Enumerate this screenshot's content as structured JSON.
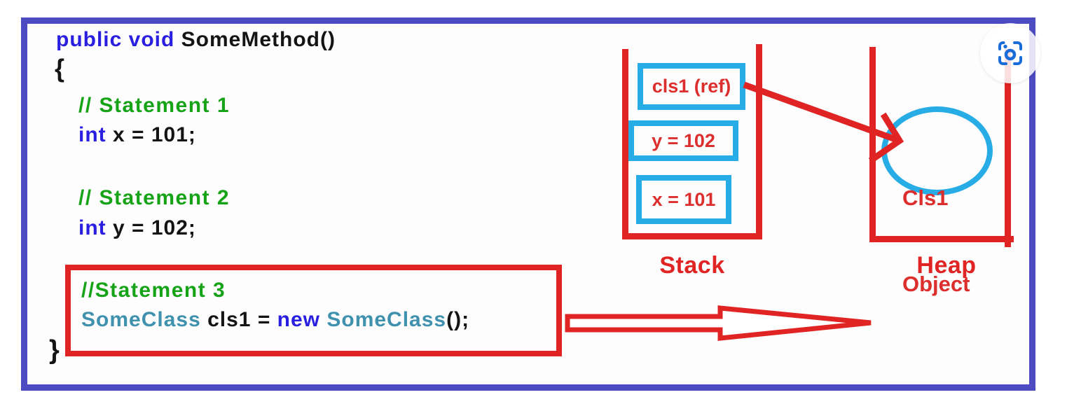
{
  "colors": {
    "frame_blue": "#4c4bc2",
    "diagram_red": "#e02424",
    "box_cyan": "#27ace6",
    "comment_green": "#17a317",
    "keyword_blue": "#2a1fe0",
    "type_teal": "#3f91ae",
    "code_black": "#141414",
    "lens_blue": "#1a6dd8"
  },
  "code": {
    "line1": {
      "keyword": "public void ",
      "rest": "SomeMethod()"
    },
    "open_brace": "{",
    "comment1": "// Statement 1",
    "stmt1": {
      "keyword": "int ",
      "rest": "x = 101;"
    },
    "comment2": "// Statement 2",
    "stmt2": {
      "keyword": "int ",
      "rest": "y = 102;"
    },
    "comment3": "//Statement 3",
    "stmt3": {
      "type1": "SomeClass ",
      "variable": "cls1 = ",
      "keyword": "new ",
      "type2": "SomeClass",
      "end": "();"
    },
    "close_brace": "}"
  },
  "stack": {
    "label": "Stack",
    "items": [
      {
        "label": "cls1 (ref)"
      },
      {
        "label": "y = 102"
      },
      {
        "label": "x = 101"
      }
    ]
  },
  "heap": {
    "label": "Heap",
    "object": {
      "line1": "Cls1",
      "line2": "Object"
    }
  },
  "icons": {
    "lens": "lens-capture-icon"
  }
}
